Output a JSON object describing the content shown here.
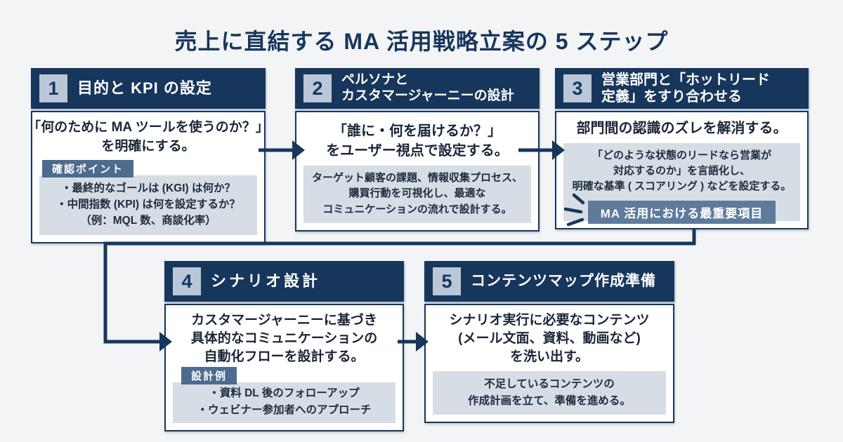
{
  "title": "売上に直結する MA 活用戦略立案の 5 ステップ",
  "colors": {
    "navy": "#17365c",
    "label_slate": "#4d6b8e",
    "badge_slate": "#5e7b9c",
    "panel_gray": "#d7dde5",
    "number_square": "#b9c7d8",
    "background": "#f3f4f6"
  },
  "steps": [
    {
      "number": "1",
      "title_lines": [
        "目的と KPI の設定"
      ],
      "body_lines": [
        "「何のために MA ツールを使うのか？」",
        "を明確にする。"
      ],
      "label": "確認ポイント",
      "detail_lines": [
        "・最終的なゴールは (KGI) は何か？",
        "・中間指数 (KPI) は何を設定するか？",
        "（例：MQL 数、商談化率）"
      ]
    },
    {
      "number": "2",
      "title_lines": [
        "ペルソナと",
        "カスタマージャーニーの設計"
      ],
      "body_lines": [
        "「誰に・何を届けるか？」",
        "をユーザー視点で設定する。"
      ],
      "detail_lines": [
        "ターゲット顧客の課題、情報収集プロセス、",
        "購買行動を可視化し、最適な",
        "コミュニケーションの流れで設計する。"
      ]
    },
    {
      "number": "3",
      "title_lines": [
        "営業部門と「ホットリード",
        "定義」をすり合わせる"
      ],
      "body_lines": [
        "部門間の認識のズレを解消する。"
      ],
      "detail_lines": [
        "「どのような状態のリードなら営業が",
        "対応するのか」を言語化し、",
        "明確な基準 ( スコアリング ) などを設定する。"
      ],
      "badge": "MA 活用における最重要項目"
    },
    {
      "number": "4",
      "title_lines": [
        "シナリオ設計"
      ],
      "body_lines": [
        "カスタマージャーニーに基づき",
        "具体的なコミュニケーションの",
        "自動化フローを設計する。"
      ],
      "label": "設計例",
      "detail_lines": [
        "・資料 DL 後のフォローアップ",
        "・ウェビナー参加者へのアプローチ"
      ]
    },
    {
      "number": "5",
      "title_lines": [
        "コンテンツマップ作成準備"
      ],
      "body_lines": [
        "シナリオ実行に必要なコンテンツ",
        "(メール文面、資料、動画など)",
        "を洗い出す。"
      ],
      "detail_lines": [
        "不足しているコンテンツの",
        "作成計画を立て、準備を進める。"
      ]
    }
  ]
}
